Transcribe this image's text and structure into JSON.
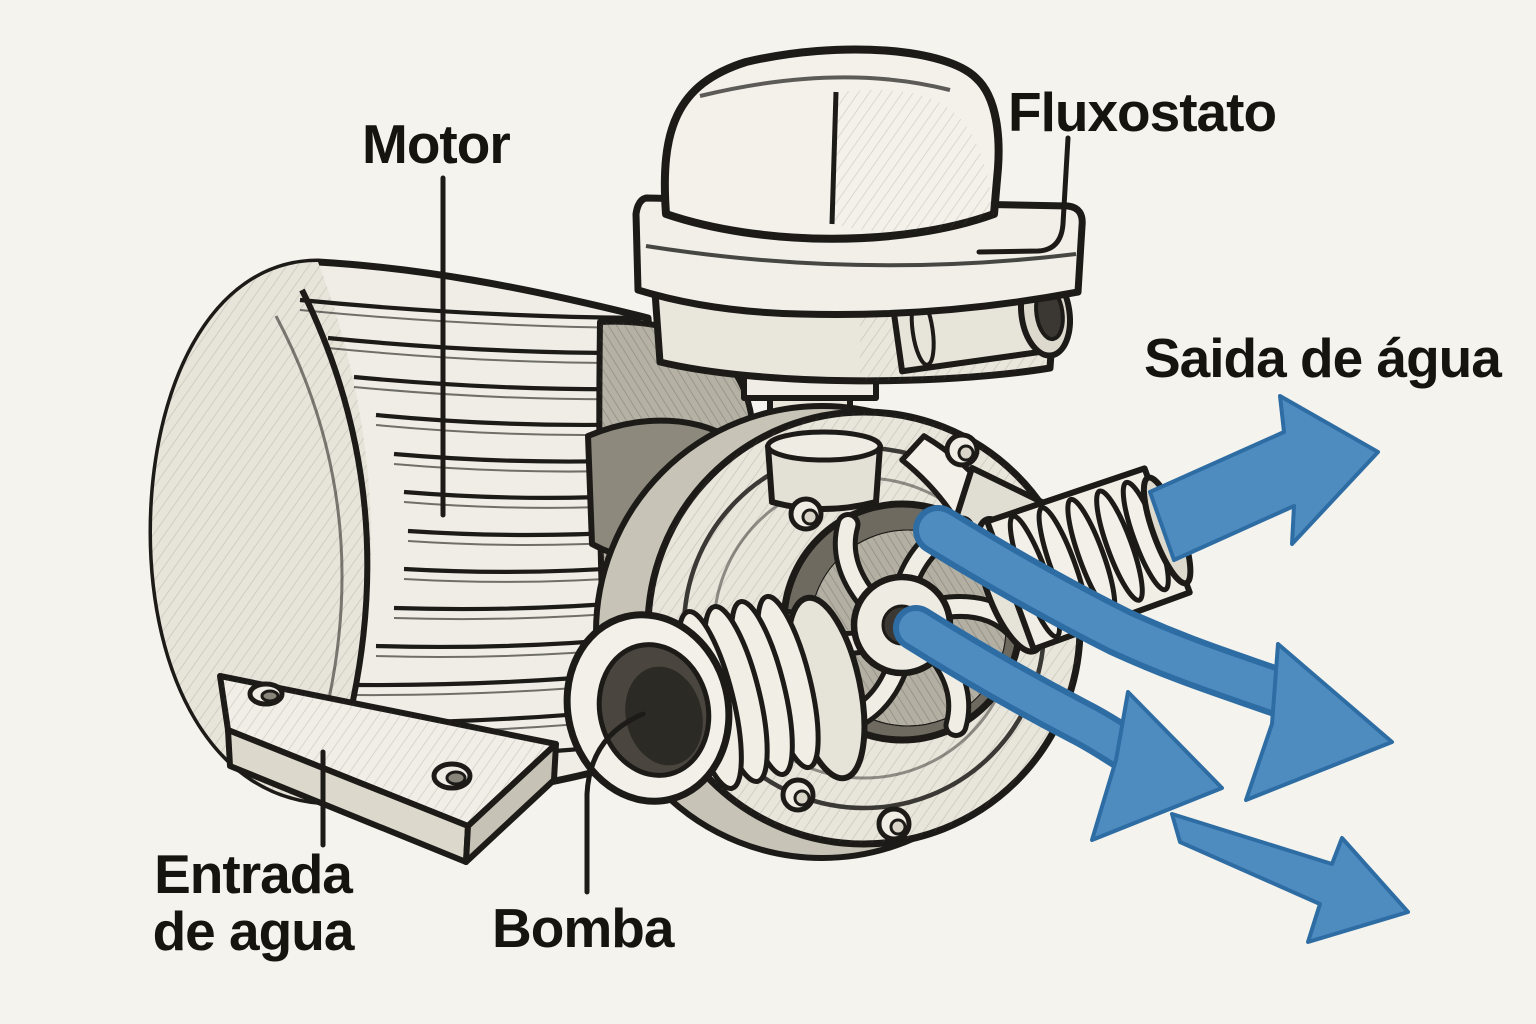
{
  "page": {
    "background_color": "#f4f3ed",
    "ink_color": "#1c1b18",
    "water_color": "#4e8cc0",
    "water_edge_color": "#2e6da4"
  },
  "labels": {
    "motor": "Motor",
    "fluxostato": "Fluxostato",
    "saida_de_agua": "Saida de água",
    "entrada_line1": "Entrada",
    "entrada_line2": "de agua",
    "bomba": "Bomba"
  }
}
